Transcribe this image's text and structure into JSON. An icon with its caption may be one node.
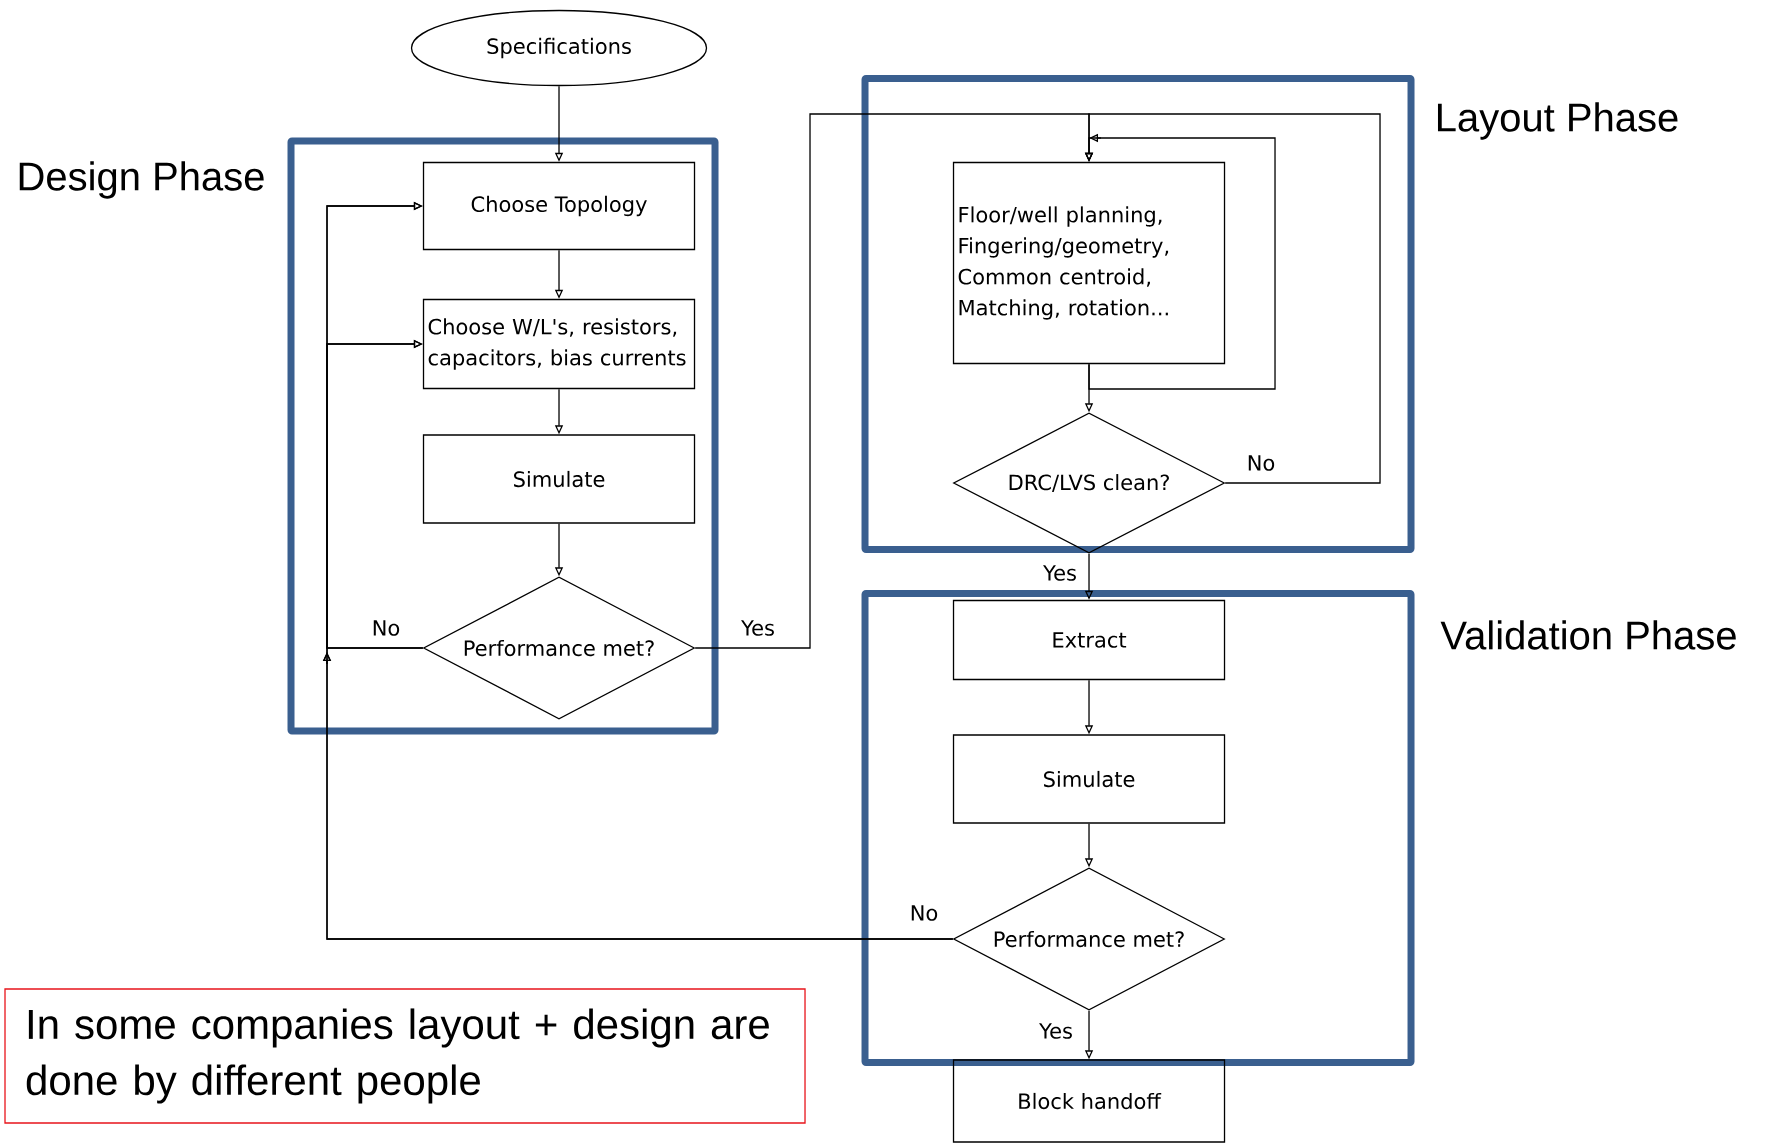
{
  "diagram": {
    "nodes": [
      {
        "text": [
          "Specifications"
        ]
      },
      {
        "text": [
          "Design Phase"
        ]
      },
      {
        "text": [
          "Choose Topology"
        ],
        "in": 1
      },
      {
        "text": [
          "Choose W/L's, resistors, capacitors, bias currents"
        ],
        "in": 1
      },
      {
        "text": [
          "Simulate"
        ],
        "in": 1
      },
      {
        "text": [
          "Performance met?"
        ],
        "in": 1
      },
      {
        "text": [
          "Layout Phase"
        ]
      },
      {
        "text": [
          "Floor/well planning, Fingering/geometry, Common centroid, Matching, rotation..."
        ],
        "in": 6
      },
      {
        "text": [
          "DRC/LVS clean?"
        ],
        "in": 6
      },
      {
        "text": [
          "Validation Phase"
        ]
      },
      {
        "text": [
          "Extract"
        ],
        "in": 9
      },
      {
        "text": [
          "Simulate"
        ],
        "in": 9
      },
      {
        "text": [
          "Performance met?"
        ],
        "in": 9
      },
      {
        "text": [
          "Block handoff"
        ]
      },
      {
        "text": [
          "In some companies layout + design are done by different people"
        ]
      }
    ],
    "edges": [
      {
        "from": 0,
        "to": 2,
        "arrow": "to"
      },
      {
        "from": 2,
        "to": 3,
        "arrow": "to"
      },
      {
        "from": 3,
        "to": 4,
        "arrow": "to"
      },
      {
        "from": 4,
        "to": 5,
        "arrow": "to"
      },
      {
        "from": 5,
        "to": 2,
        "arrow": "to",
        "label": "No"
      },
      {
        "from": 5,
        "to": 3,
        "arrow": "to"
      },
      {
        "from": 5,
        "to": 7,
        "arrow": "to",
        "label": "Yes"
      },
      {
        "from": 7,
        "to": 8,
        "arrow": "to"
      },
      {
        "from": 7,
        "to": 7,
        "arrow": "to"
      },
      {
        "from": 8,
        "to": 7,
        "arrow": "to",
        "label": "No"
      },
      {
        "from": 8,
        "to": 10,
        "arrow": "to",
        "label": "Yes"
      },
      {
        "from": 10,
        "to": 11,
        "arrow": "to"
      },
      {
        "from": 11,
        "to": 12,
        "arrow": "to"
      },
      {
        "from": 12,
        "to": 2,
        "arrow": "to",
        "label": "No"
      },
      {
        "from": 12,
        "to": 3,
        "arrow": "to"
      },
      {
        "from": 12,
        "to": 13,
        "arrow": "to",
        "label": "Yes"
      }
    ]
  }
}
